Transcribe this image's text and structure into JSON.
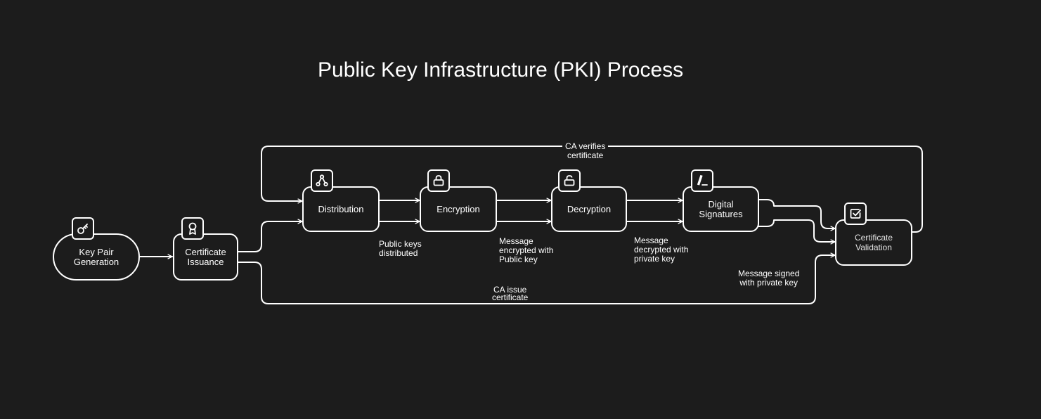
{
  "title": "Public Key Infrastructure (PKI) Process",
  "colors": {
    "background": "#1c1c1c",
    "stroke": "#ffffff",
    "text": "#ffffff"
  },
  "nodes": {
    "keypair": {
      "line1": "Key Pair",
      "line2": "Generation",
      "icon": "key-icon"
    },
    "issuance": {
      "line1": "Certificate",
      "line2": "Issuance",
      "icon": "certificate-ribbon-icon"
    },
    "distribution": {
      "label": "Distribution",
      "icon": "share-network-icon"
    },
    "encryption": {
      "label": "Encryption",
      "icon": "lock-icon"
    },
    "decryption": {
      "label": "Decryption",
      "icon": "unlock-icon"
    },
    "signatures": {
      "line1": "Digital",
      "line2": "Signatures",
      "icon": "pen-signature-icon"
    },
    "validation": {
      "line1": "Certificate",
      "line2": "Validation",
      "icon": "checkbox-check-icon"
    }
  },
  "edge_labels": {
    "public_keys": {
      "line1": "Public keys",
      "line2": "distributed"
    },
    "encrypted": {
      "line1": "Message",
      "line2": "encrypted with",
      "line3": "Public key"
    },
    "decrypted": {
      "line1": "Message",
      "line2": "decrypted with",
      "line3": "private key"
    },
    "signed": {
      "line1": "Message signed",
      "line2": "with private key"
    },
    "ca_issue": {
      "line1": "CA issue",
      "line2": "certificate"
    },
    "ca_verifies": {
      "line1": "CA verifies",
      "line2": "certificate"
    }
  }
}
